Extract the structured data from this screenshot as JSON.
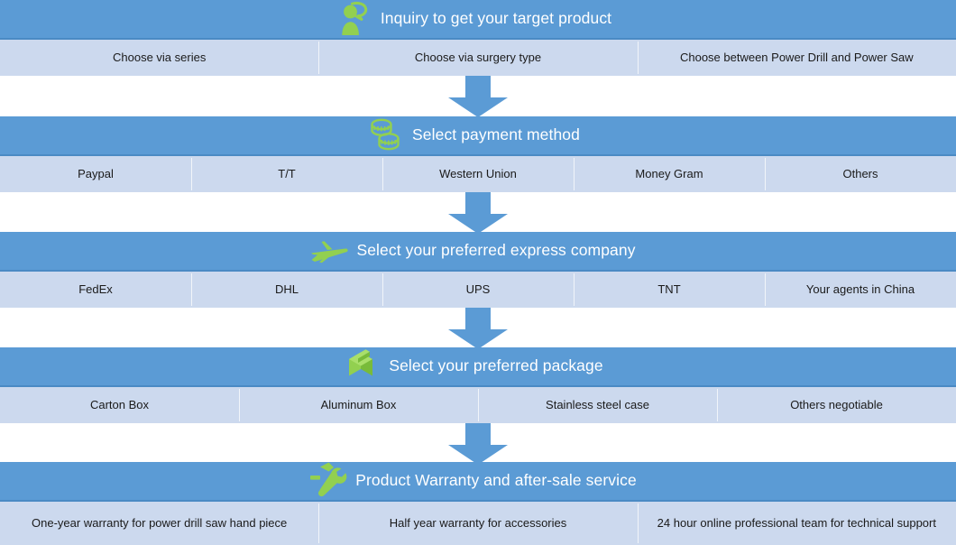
{
  "theme": {
    "header_bg": "#5b9bd5",
    "header_border": "#4a8ac4",
    "option_bg": "#ccd9ee",
    "icon_green": "#92d050",
    "title_color": "#ffffff",
    "option_text_color": "#1a1a1a",
    "arrow_color": "#5b9bd5",
    "page_bg": "#ffffff"
  },
  "stages": [
    {
      "icon": "person-inquiry-icon",
      "title": "Inquiry to get your target product",
      "options": [
        "Choose via series",
        "Choose via surgery type",
        "Choose  between Power Drill and Power Saw"
      ]
    },
    {
      "icon": "coins-icon",
      "title": "Select payment method",
      "options": [
        "Paypal",
        "T/T",
        "Western Union",
        "Money Gram",
        "Others"
      ]
    },
    {
      "icon": "airplane-icon",
      "title": "Select your preferred express company",
      "options": [
        "FedEx",
        "DHL",
        "UPS",
        "TNT",
        "Your agents in China"
      ]
    },
    {
      "icon": "package-box-icon",
      "title": "Select your preferred package",
      "options": [
        "Carton Box",
        "Aluminum Box",
        "Stainless steel case",
        "Others negotiable"
      ]
    },
    {
      "icon": "hammer-wrench-icon",
      "title": "Product Warranty and after-sale service",
      "options": [
        "One-year warranty for power drill saw hand piece",
        "Half year warranty for accessories",
        "24 hour online professional team for technical support"
      ]
    }
  ],
  "connectors": [
    {
      "name": "arrow-down-1"
    },
    {
      "name": "arrow-down-2"
    },
    {
      "name": "arrow-down-3"
    },
    {
      "name": "arrow-down-4"
    }
  ]
}
